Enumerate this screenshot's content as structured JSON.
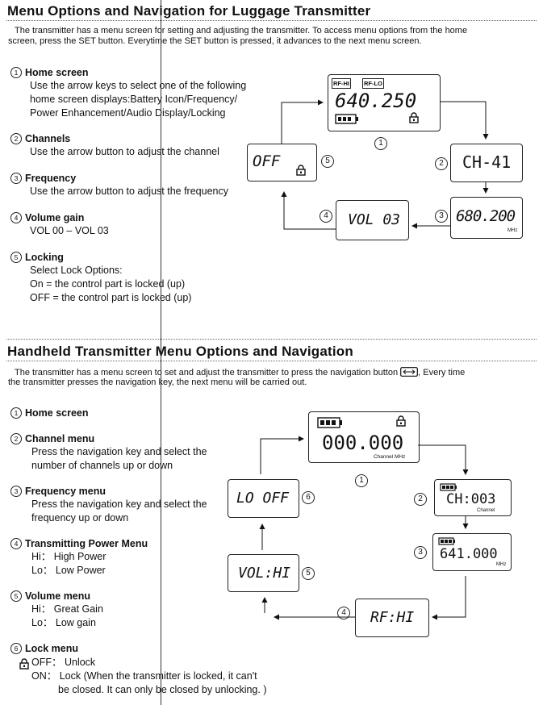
{
  "luggage": {
    "title": "Menu Options and Navigation for Luggage Transmitter",
    "intro_line1": "The transmitter has a menu screen for setting and adjusting the transmitter. To access menu options from the home",
    "intro_line2": "screen, press the SET button. Everytime the SET button is pressed, it advances to the next menu screen.",
    "items": [
      {
        "num": "1",
        "heading": "Home screen",
        "lines": [
          "Use the arrow keys to select one of the following",
          "home screen displays:Battery Icon/Frequency/",
          "Power Enhancement/Audio Display/Locking"
        ]
      },
      {
        "num": "2",
        "heading": "Channels",
        "lines": [
          "Use the arrow button to adjust the channel"
        ]
      },
      {
        "num": "3",
        "heading": "Frequency",
        "lines": [
          "Use the arrow button to adjust the frequency"
        ]
      },
      {
        "num": "4",
        "heading": "Volume gain",
        "lines": [
          "VOL 00 – VOL 03"
        ]
      },
      {
        "num": "5",
        "heading": "Locking",
        "lines": [
          "Select Lock Options:",
          "On = the control part is locked (up)",
          "OFF = the control part is locked (up)"
        ]
      }
    ],
    "diagram": {
      "home_badge_hi": "RF-HI",
      "home_badge_lo": "RF-LO",
      "home_freq": "640.250",
      "lock_off": "OFF",
      "channel": "CH-41",
      "vol": "VOL 03",
      "freq": "680.200",
      "freq_unit": "MHz",
      "labels": [
        "1",
        "2",
        "3",
        "4",
        "5"
      ]
    }
  },
  "handheld": {
    "title": "Handheld Transmitter Menu Options and Navigation",
    "intro_line1a": "The transmitter has a menu screen to set and adjust the transmitter to press the navigation button",
    "intro_line1b": ", Every time",
    "intro_line2": "the transmitter presses the navigation key, the next menu will be carried out.",
    "items": [
      {
        "num": "1",
        "heading": "Home screen",
        "lines": []
      },
      {
        "num": "2",
        "heading": "Channel menu",
        "lines": [
          "Press the navigation key and select the",
          "number of channels up or down"
        ]
      },
      {
        "num": "3",
        "heading": "Frequency menu",
        "lines": [
          "Press the navigation key and select the",
          "frequency up or down"
        ]
      },
      {
        "num": "4",
        "heading": "Transmitting Power Menu",
        "lines": [
          "Hi： High Power",
          "Lo： Low Power"
        ]
      },
      {
        "num": "5",
        "heading": "Volume menu",
        "lines": [
          "Hi： Great Gain",
          "Lo： Low gain"
        ]
      },
      {
        "num": "6",
        "heading": "Lock menu",
        "lines": [
          "OFF： Unlock",
          "ON： Lock (When the transmitter is locked, it can't",
          "be closed. It can only be closed by unlocking. )"
        ]
      }
    ],
    "diagram": {
      "home_freq": "000.000",
      "home_sub": "Channel MHz",
      "channel": "CH:003",
      "channel_sub": "Channel",
      "freq": "641.000",
      "freq_unit": "MHz",
      "rf": "RF:HI",
      "vol": "VOL:HI",
      "lock": "LO OFF",
      "labels": [
        "1",
        "2",
        "3",
        "4",
        "5",
        "6"
      ]
    }
  }
}
